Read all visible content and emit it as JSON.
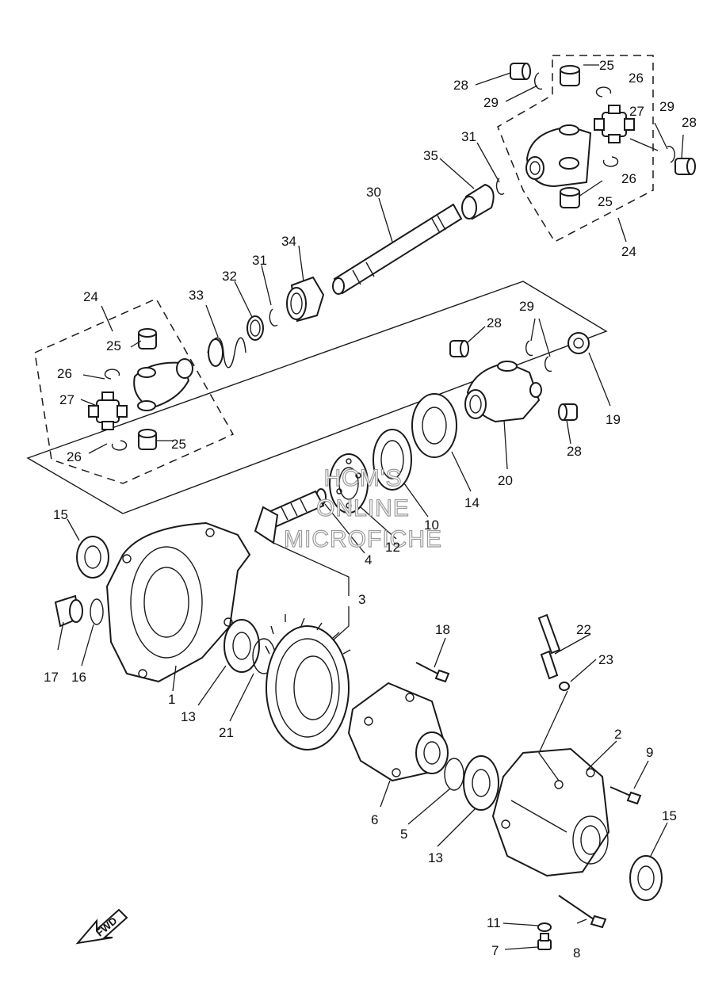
{
  "watermark": [
    "HCM'S",
    "ONLINE",
    "MICROFICHE"
  ],
  "fwd_label": "FWD",
  "callouts": [
    "1",
    "2",
    "3",
    "4",
    "5",
    "6",
    "7",
    "8",
    "9",
    "10",
    "11",
    "12",
    "13",
    "13",
    "14",
    "15",
    "15",
    "16",
    "17",
    "18",
    "19",
    "20",
    "21",
    "22",
    "23",
    "24",
    "24",
    "25",
    "25",
    "25",
    "25",
    "26",
    "26",
    "26",
    "26",
    "27",
    "27",
    "28",
    "28",
    "28",
    "28",
    "29",
    "29",
    "29",
    "30",
    "31",
    "31",
    "32",
    "33",
    "34",
    "35"
  ],
  "colors": {
    "line": "#1a1a1a",
    "background": "#ffffff",
    "watermark_outline": "#9a9a9a"
  }
}
